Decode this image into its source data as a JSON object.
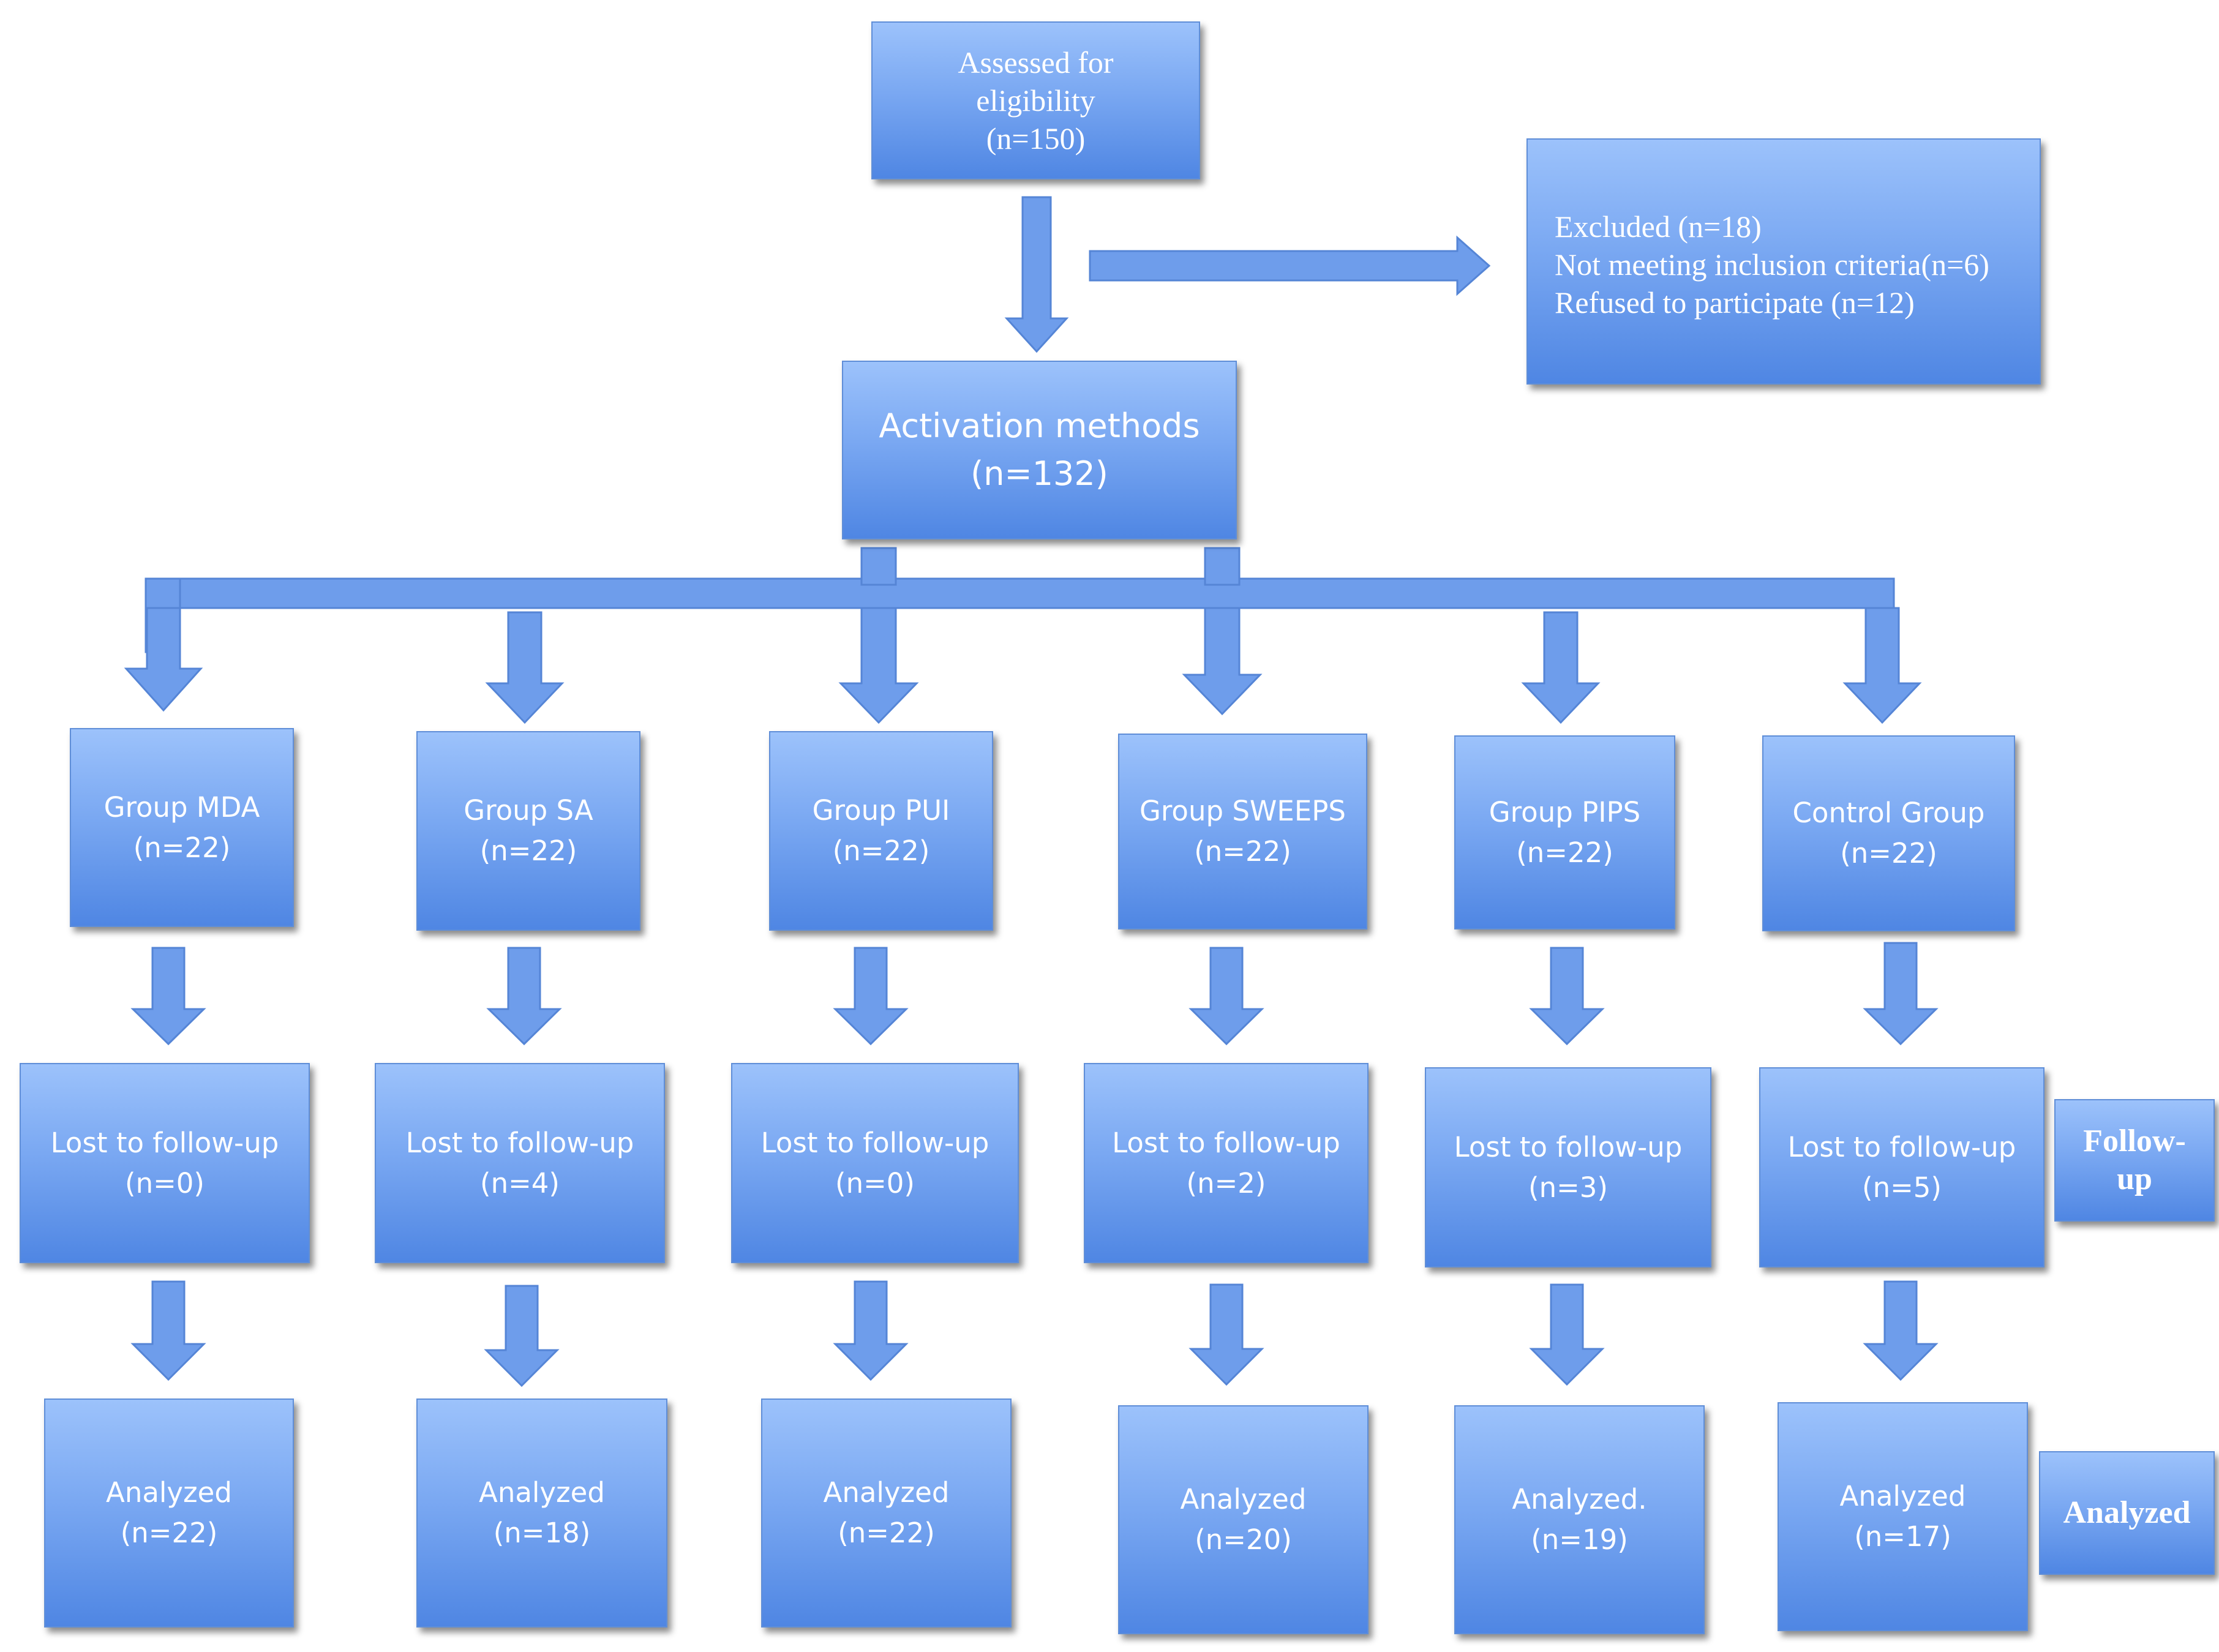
{
  "top": {
    "line1": "Assessed for",
    "line2": "eligibility",
    "line3": "(n=150)"
  },
  "excluded": {
    "line1": "Excluded (n=18)",
    "line2": "Not meeting inclusion criteria(n=6)",
    "line3": "Refused to participate (n=12)"
  },
  "activation": {
    "title": "Activation methods",
    "count": "(n=132)"
  },
  "groups": [
    {
      "name": "Group MDA",
      "count": "(n=22)",
      "lost_label": "Lost to follow-up",
      "lost_count": "(n=0)",
      "analyzed_label": "Analyzed",
      "analyzed_count": "(n=22)"
    },
    {
      "name": "Group SA",
      "count": "(n=22)",
      "lost_label": "Lost to follow-up",
      "lost_count": "(n=4)",
      "analyzed_label": "Analyzed",
      "analyzed_count": "(n=18)"
    },
    {
      "name": "Group PUI",
      "count": "(n=22)",
      "lost_label": "Lost to follow-up",
      "lost_count": "(n=0)",
      "analyzed_label": "Analyzed",
      "analyzed_count": "(n=22)"
    },
    {
      "name": "Group SWEEPS",
      "count": "(n=22)",
      "lost_label": "Lost to follow-up",
      "lost_count": "(n=2)",
      "analyzed_label": "Analyzed",
      "analyzed_count": "(n=20)"
    },
    {
      "name": "Group PIPS",
      "count": "(n=22)",
      "lost_label": "Lost to follow-up",
      "lost_count": "(n=3)",
      "analyzed_label": "Analyzed.",
      "analyzed_count": "(n=19)"
    },
    {
      "name": "Control Group",
      "count": "(n=22)",
      "lost_label": "Lost to follow-up",
      "lost_count": "(n=5)",
      "analyzed_label": "Analyzed",
      "analyzed_count": "(n=17)"
    }
  ],
  "side_labels": {
    "followup_line1": "Follow-",
    "followup_line2": "up",
    "analyzed": "Analyzed"
  },
  "colors": {
    "box_top": "#9cc2fb",
    "box_bottom": "#4f86e3",
    "arrow": "#6e9deb",
    "text": "#ffffff"
  }
}
